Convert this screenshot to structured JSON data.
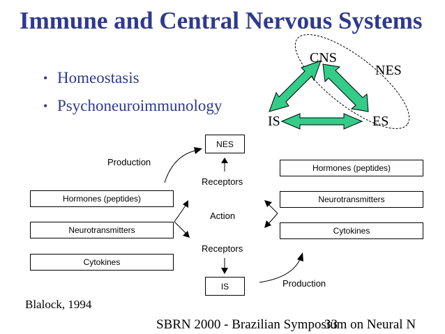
{
  "slide": {
    "title": "Immune and Central Nervous Systems",
    "bullets": [
      {
        "text": "Homeostasis"
      },
      {
        "text": "Psychoneuroimmunology"
      }
    ],
    "triangle": {
      "top_label": "CNS",
      "left_label": "IS",
      "right_label": "ES",
      "ellipse_label": "NES",
      "arrow_color": "#33cc88"
    },
    "center": {
      "nes_box": "NES",
      "is_box": "IS",
      "receptors_top": "Receptors",
      "action": "Action",
      "receptors_bottom": "Receptors"
    },
    "left_column": {
      "production_label": "Production",
      "boxes": [
        "Hormones (peptides)",
        "Neurotransmitters",
        "Cytokines"
      ]
    },
    "right_column": {
      "production_label": "Production",
      "boxes": [
        "Hormones (peptides)",
        "Neurotransmitters",
        "Cytokines"
      ]
    },
    "citation": "Blalock, 1994",
    "footer": "SBRN 2000 - Brazilian Symposium on Neural N",
    "page_number": "33"
  }
}
